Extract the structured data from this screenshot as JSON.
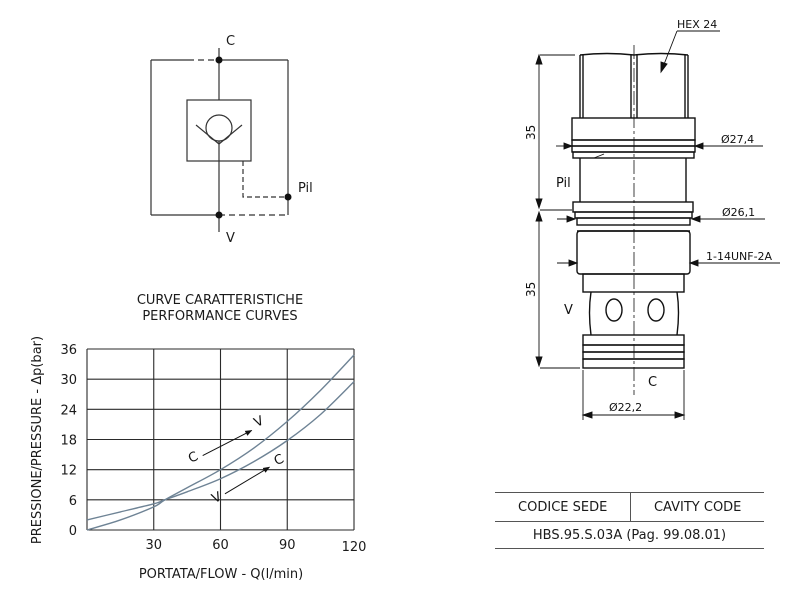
{
  "symbol": {
    "port_top": "C",
    "port_bottom": "V",
    "port_pilot": "Pil"
  },
  "cartridge": {
    "hex_label": "HEX 24",
    "dim_upper_length": "35",
    "dim_lower_length": "35",
    "dia_1": "Ø27,4",
    "dia_2": "Ø26,1",
    "thread": "1-14UNF-2A",
    "dia_3": "Ø22,2",
    "port_pil": "Pil",
    "port_v": "V",
    "port_c": "C"
  },
  "chart_title_line1": "CURVE CARATTERISTICHE",
  "chart_title_line2": "PERFORMANCE CURVES",
  "chart_data": {
    "type": "line",
    "title": "CURVE CARATTERISTICHE / PERFORMANCE CURVES",
    "xlabel": "PORTATA/FLOW - Q(l/min)",
    "ylabel": "PRESSIONE/PRESSURE - Δp(bar)",
    "xlim": [
      0,
      120
    ],
    "ylim": [
      0,
      36
    ],
    "xticks": [
      "30",
      "60",
      "90",
      "120"
    ],
    "yticks": [
      "0",
      "6",
      "12",
      "18",
      "24",
      "30",
      "36"
    ],
    "grid": true,
    "series": [
      {
        "name": "C → V",
        "from": "C",
        "to": "V",
        "x": [
          0,
          15,
          30,
          35,
          45,
          60,
          75,
          90,
          105,
          120
        ],
        "y": [
          0,
          2.0,
          4.6,
          6.0,
          8.4,
          12.0,
          16.3,
          21.6,
          27.8,
          34.8
        ]
      },
      {
        "name": "V → C",
        "from": "V",
        "to": "C",
        "x": [
          0,
          15,
          30,
          35,
          45,
          60,
          75,
          90,
          105,
          120
        ],
        "y": [
          2.0,
          3.6,
          5.2,
          6.0,
          7.6,
          10.2,
          13.6,
          17.8,
          23.0,
          29.5
        ]
      }
    ],
    "annotations": [
      {
        "text_from": "C",
        "text_to": "V"
      },
      {
        "text_from": "V",
        "text_to": "C"
      }
    ]
  },
  "cavity_table": {
    "header_left": "CODICE SEDE",
    "header_right": "CAVITY CODE",
    "value": "HBS.95.S.03A (Pag. 99.08.01)"
  },
  "colors": {
    "curve": "#6e8395",
    "line": "#1a1a1a",
    "grid": "#2a2a2a"
  }
}
